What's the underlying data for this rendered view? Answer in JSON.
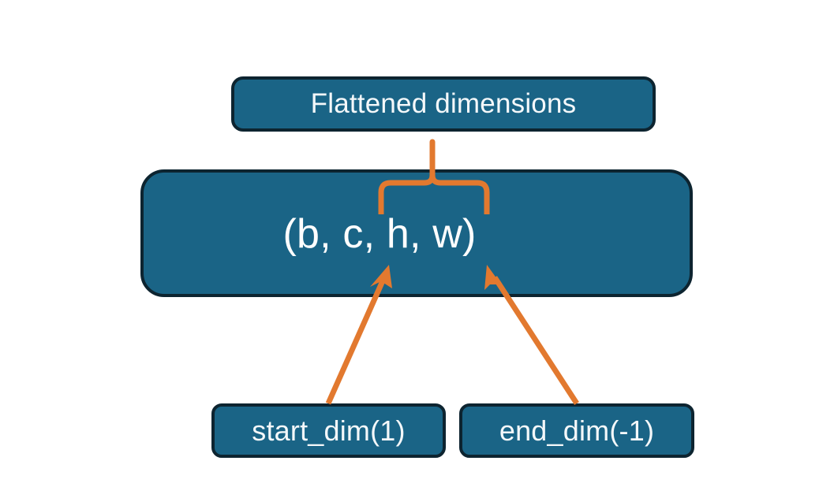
{
  "diagram": {
    "title": "Flatten dimensions diagram",
    "background_color": "#ffffff",
    "node_fill_color": "#1a6486",
    "node_border_color": "#0d2430",
    "node_text_color": "#f4f8fa",
    "accent_color": "#e2792f"
  },
  "nodes": {
    "flattened": {
      "label": "Flattened dimensions"
    },
    "shape": {
      "label": "(b, c, h, w)"
    },
    "start_dim": {
      "label": "start_dim(1)"
    },
    "end_dim": {
      "label": "end_dim(-1)"
    }
  },
  "connectors": [
    {
      "name": "brace-flattened-to-shape",
      "kind": "curly-brace",
      "from": "flattened",
      "to": "shape",
      "spans_tokens": [
        "c",
        "h",
        "w"
      ]
    },
    {
      "name": "arrow-start-dim-to-shape",
      "kind": "arrow",
      "from": "start_dim",
      "to": "shape",
      "points_at_token": "c"
    },
    {
      "name": "arrow-end-dim-to-shape",
      "kind": "arrow",
      "from": "end_dim",
      "to": "shape",
      "points_at_token": "w"
    }
  ]
}
